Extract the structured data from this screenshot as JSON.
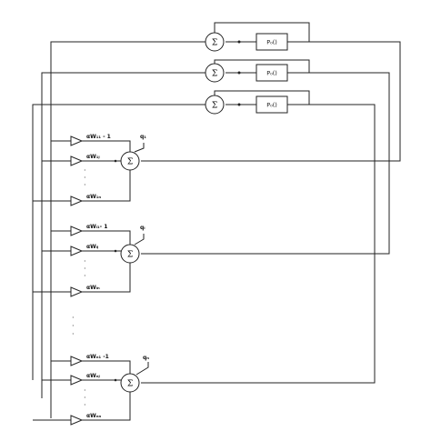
{
  "diagram": {
    "sum_symbol": "Σ",
    "top_units": [
      {
        "box_label": "P₀()"
      },
      {
        "box_label": "P₀()"
      },
      {
        "box_label": "P₀()"
      }
    ],
    "groups": [
      {
        "weights": [
          "αW₁₁ - 1",
          "αW₁ⱼ",
          "αW₁ₙ"
        ],
        "q_label": "q₁"
      },
      {
        "weights": [
          "αWᵢ₁- 1",
          "αWᵢⱼ",
          "αWᵢₙ"
        ],
        "q_label": "qᵢ"
      },
      {
        "weights": [
          "αWₙ₁ -1",
          "αWₙⱼ",
          "αWₙₙ"
        ],
        "q_label": "qₙ"
      }
    ],
    "dot_glyph": "·"
  }
}
